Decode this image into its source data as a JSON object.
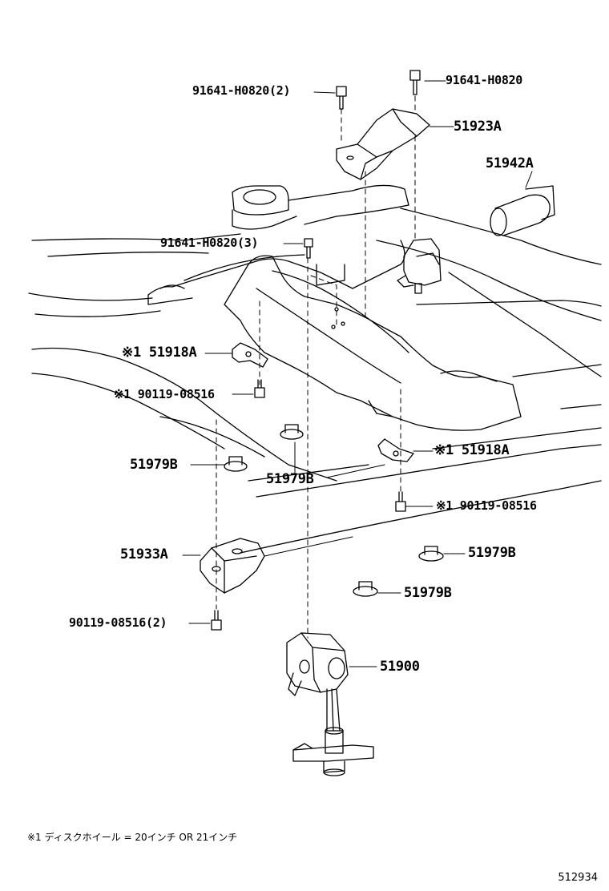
{
  "labels": {
    "p91641_2": "91641-H0820(2)",
    "p91641_top": "91641-H0820",
    "p51923": "51923A",
    "p51942": "51942A",
    "p91641_3": "91641-H0820(3)",
    "p51918_left": "※1 51918A",
    "p90119_left": "※1 90119-08516",
    "p51979_a": "51979B",
    "p51979_b": "51979B",
    "p51918_right": "※1 51918A",
    "p90119_right": "※1 90119-08516",
    "p51933": "51933A",
    "p51979_c": "51979B",
    "p51979_d": "51979B",
    "p90119_2": "90119-08516(2)",
    "p51900": "51900"
  },
  "footnote": "※1 ディスクホイール = 20インチ OR 21インチ",
  "figure_code": "512934"
}
